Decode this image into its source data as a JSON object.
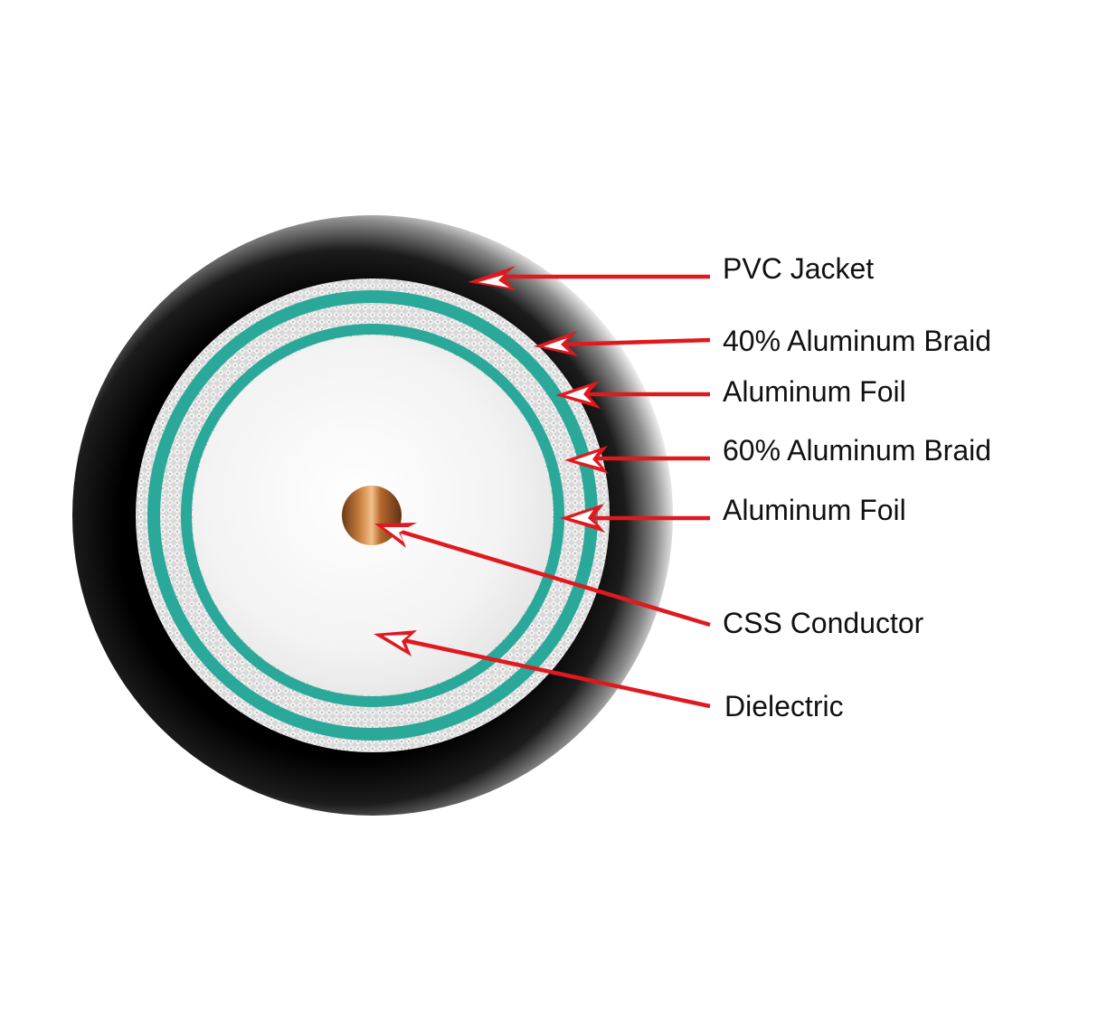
{
  "colors": {
    "jacket": "#000000",
    "jacket_highlight": "#ffffff",
    "braid": "#d9d9d9",
    "foil": "#2aa89a",
    "dielectric": "#f4f4f4",
    "conductor": "#b0642a",
    "arrow": "#e0191e",
    "text": "#111111"
  },
  "labels": {
    "pvc_jacket": "PVC Jacket",
    "outer_braid": "40% Aluminum Braid",
    "outer_foil": "Aluminum Foil",
    "inner_braid": "60% Aluminum Braid",
    "inner_foil": "Aluminum Foil",
    "conductor": "CSS Conductor",
    "dielectric": "Dielectric"
  }
}
